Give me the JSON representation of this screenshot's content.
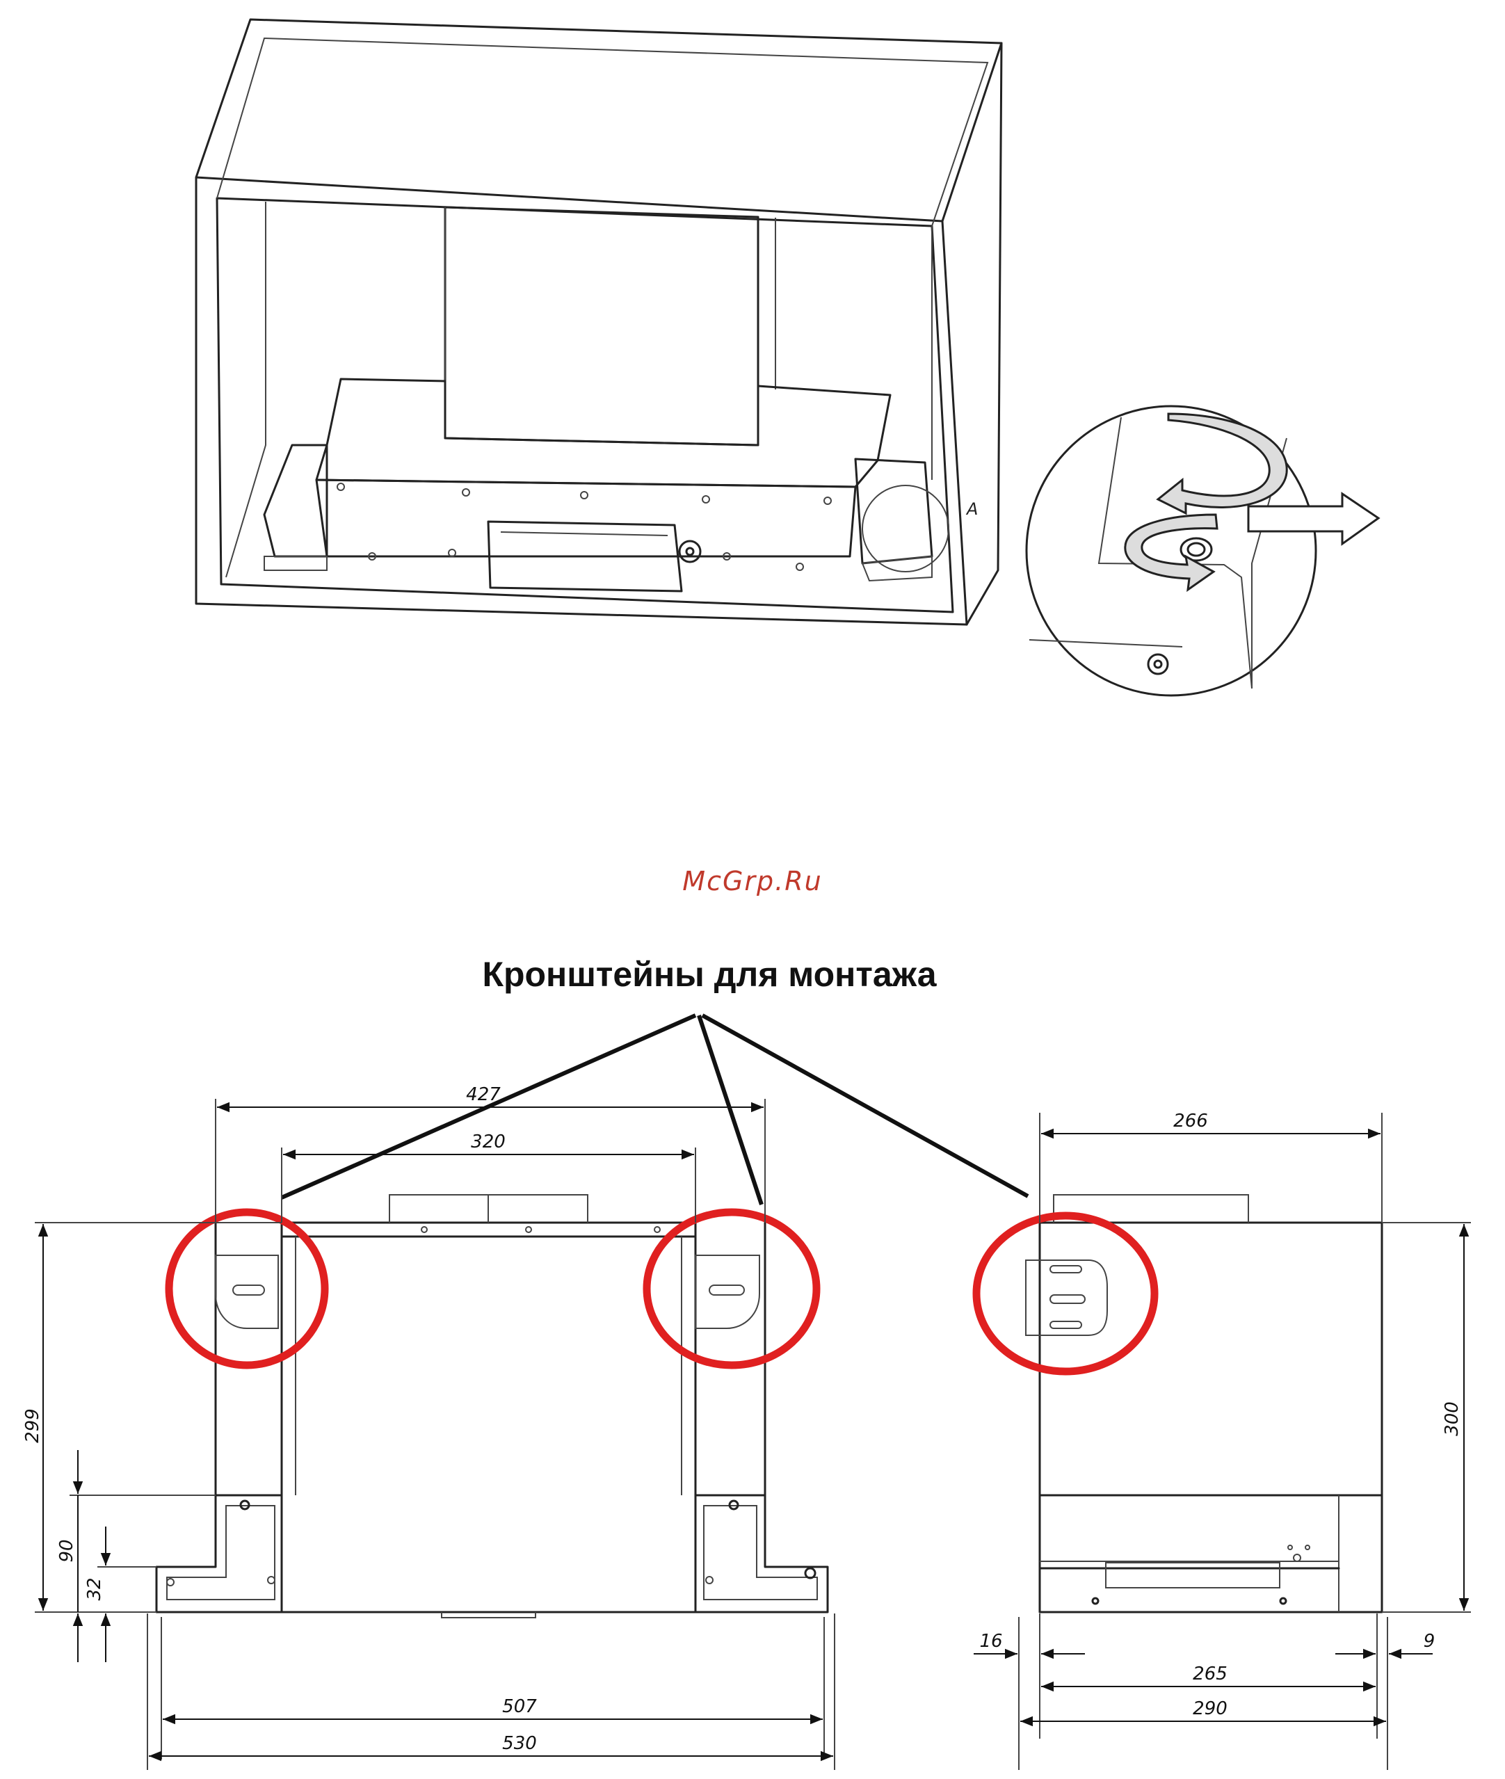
{
  "watermark": "McGrp.Ru",
  "caption": "Кронштейны для монтажа",
  "detail_label": "A",
  "dimensions": {
    "front": {
      "width_427": "427",
      "width_320": "320",
      "height_299": "299",
      "height_90": "90",
      "height_32": "32",
      "width_507": "507",
      "width_530": "530"
    },
    "side": {
      "width_266": "266",
      "height_300": "300",
      "offset_16": "16",
      "offset_9": "9",
      "width_265": "265",
      "width_290": "290"
    }
  },
  "colors": {
    "line": "#222222",
    "highlight_circle": "#e02020",
    "watermark": "#c0392b"
  }
}
